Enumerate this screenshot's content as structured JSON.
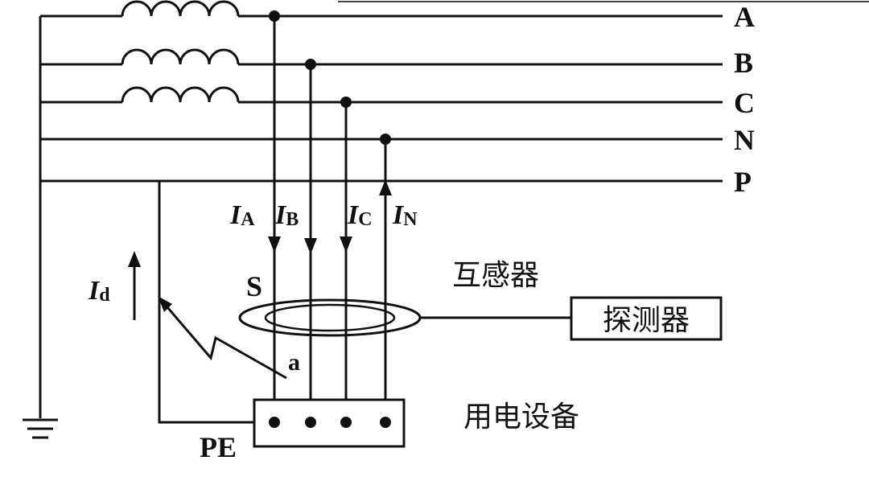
{
  "lines": {
    "A": "A",
    "B": "B",
    "C": "C",
    "N": "N",
    "P": "P"
  },
  "currents": {
    "IA": {
      "main": "I",
      "sub": "A"
    },
    "IB": {
      "main": "I",
      "sub": "B"
    },
    "IC": {
      "main": "I",
      "sub": "C"
    },
    "IN": {
      "main": "I",
      "sub": "N"
    },
    "Id": {
      "main": "I",
      "sub": "d"
    }
  },
  "labels": {
    "transformer": "互感器",
    "detector": "探测器",
    "equipment": "用电设备",
    "pe": "PE",
    "s": "S",
    "a": "a"
  }
}
